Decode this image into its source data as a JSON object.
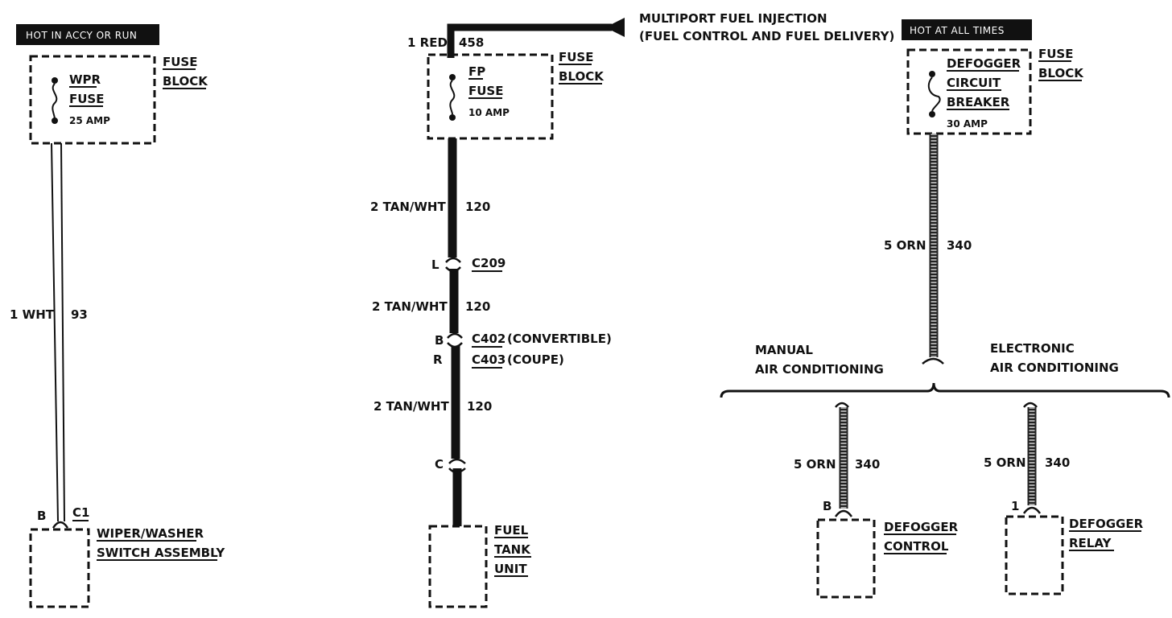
{
  "colors": {
    "ink": "#111111",
    "header_bg": "#111111",
    "header_text": "#ffffff",
    "orange_wire_fill": "#a8a8a8"
  },
  "left_circuit": {
    "header": "HOT IN ACCY OR RUN",
    "fuse_block_label": [
      "FUSE",
      "BLOCK"
    ],
    "fuse_name": [
      "WPR",
      "FUSE"
    ],
    "fuse_rating": "25 AMP",
    "wire_gauge_color": "1 WHT",
    "wire_circuit": "93",
    "pin": "B",
    "connector": "C1",
    "component": [
      "WIPER/WASHER",
      "SWITCH ASSEMBLY"
    ]
  },
  "middle_circuit": {
    "feed_wire_gauge_color": "1 RED",
    "feed_wire_circuit": "458",
    "feed_destination": [
      "MULTIPORT FUEL INJECTION",
      "(FUEL CONTROL AND FUEL DELIVERY)"
    ],
    "fuse_block_label": [
      "FUSE",
      "BLOCK"
    ],
    "fuse_name": [
      "FP",
      "FUSE"
    ],
    "fuse_rating": "10 AMP",
    "segments": [
      {
        "gauge_color": "2 TAN/WHT",
        "circuit": "120"
      },
      {
        "gauge_color": "2 TAN/WHT",
        "circuit": "120"
      },
      {
        "gauge_color": "2 TAN/WHT",
        "circuit": "120"
      }
    ],
    "connectors": [
      {
        "pin": "L",
        "name": "C209",
        "note": ""
      },
      {
        "pin": "B",
        "name": "C402",
        "note": "(CONVERTIBLE)"
      },
      {
        "pin": "R",
        "name": "C403",
        "note": "(COUPE)"
      },
      {
        "pin": "C",
        "name": "",
        "note": ""
      }
    ],
    "component": [
      "FUEL",
      "TANK",
      "UNIT"
    ]
  },
  "right_circuit": {
    "header": "HOT AT ALL TIMES",
    "fuse_block_label": [
      "FUSE",
      "BLOCK"
    ],
    "breaker_name": [
      "DEFOGGER",
      "CIRCUIT",
      "BREAKER"
    ],
    "breaker_rating": "30 AMP",
    "main_wire_gauge_color": "5 ORN",
    "main_wire_circuit": "340",
    "branch_left_label": [
      "MANUAL",
      "AIR CONDITIONING"
    ],
    "branch_right_label": [
      "ELECTRONIC",
      "AIR CONDITIONING"
    ],
    "left_branch": {
      "gauge_color": "5 ORN",
      "circuit": "340",
      "pin": "B",
      "component": [
        "DEFOGGER",
        "CONTROL"
      ]
    },
    "right_branch": {
      "gauge_color": "5 ORN",
      "circuit": "340",
      "pin": "1",
      "component": [
        "DEFOGGER",
        "RELAY"
      ]
    }
  }
}
